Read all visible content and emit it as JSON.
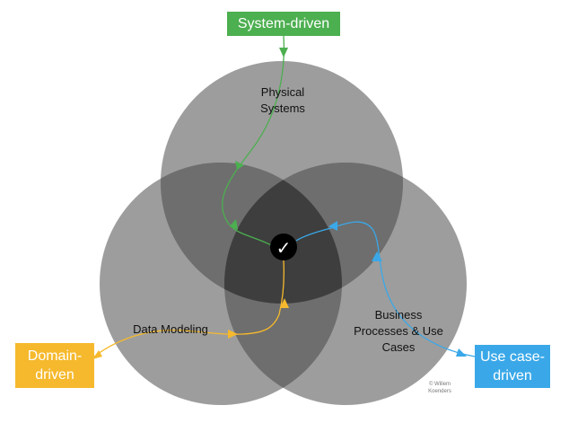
{
  "colors": {
    "system_driven": "#4caf50",
    "domain_driven": "#f6b92d",
    "use_case_driven": "#3aa8e8",
    "circle_fill": "#8c8c8c",
    "center_mark": "#000000"
  },
  "tags": {
    "system_driven": {
      "line1": "System-driven",
      "line2": ""
    },
    "domain_driven": {
      "line1": "Domain-",
      "line2": "driven"
    },
    "use_case_driven": {
      "line1": "Use case-",
      "line2": "driven"
    }
  },
  "circles": {
    "physical_systems": {
      "line1": "Physical",
      "line2": "Systems",
      "line3": ""
    },
    "data_modeling": {
      "line1": "Data Modeling",
      "line2": "",
      "line3": ""
    },
    "business_processes": {
      "line1": "Business",
      "line2": "Processes & Use",
      "line3": "Cases"
    }
  },
  "center": {
    "mark": "✓",
    "icon": "checkmark-icon"
  },
  "copyright": {
    "line1": "© Willem",
    "line2": "Koenders"
  }
}
